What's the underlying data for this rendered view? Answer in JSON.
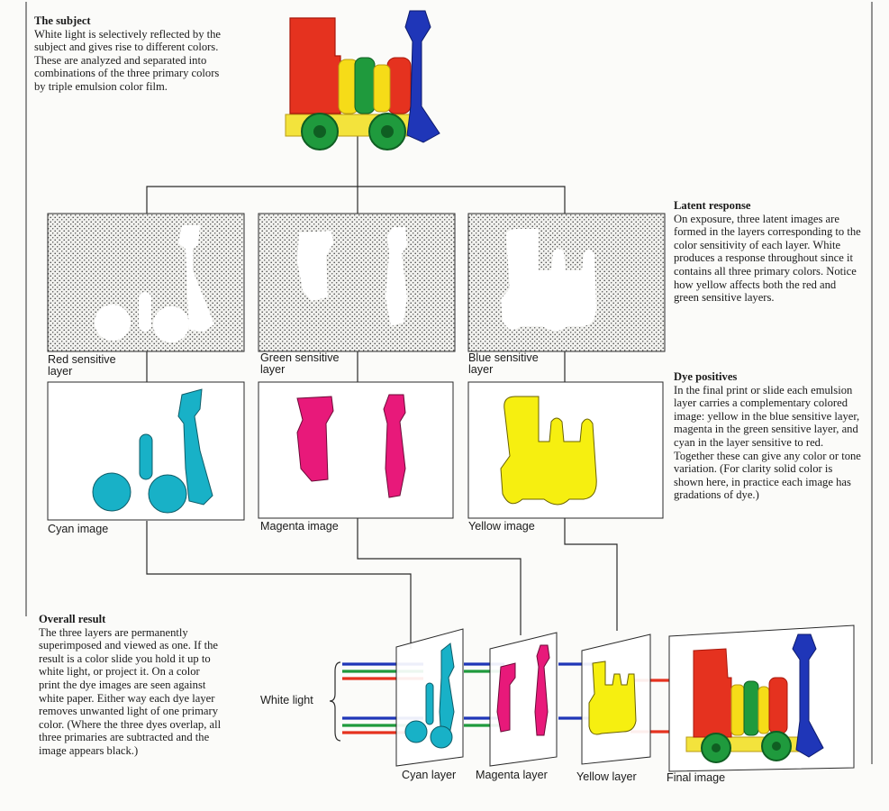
{
  "sections": {
    "subject": {
      "heading": "The subject",
      "body": "White light is selectively reflected by the subject and gives rise to different colors. These are analyzed and separated into combinations of the three primary colors by triple emulsion color film."
    },
    "latent": {
      "heading": "Latent response",
      "body": "On exposure, three latent images are formed in the layers corresponding to the color sensitivity of each layer. White produces a response throughout since it contains all three primary colors. Notice how yellow affects both the red and green sensitive layers."
    },
    "dye": {
      "heading": "Dye positives",
      "body": "In the final print or slide each emulsion layer carries a complementary colored image: yellow in the blue sensitive layer, magenta in the green sensitive layer, and cyan in the layer sensitive to red. Together these can give any color or tone variation. (For clarity solid color is shown here, in practice each image has gradations of dye.)"
    },
    "result": {
      "heading": "Overall result",
      "body": "The three layers are permanently superimposed and viewed as one. If the result is a color slide you hold it up to white light, or project it. On a color print the dye images are seen against white paper. Either way each dye layer removes unwanted light of one primary color. (Where the three dyes overlap, all three primaries are subtracted and the image appears black.)"
    }
  },
  "labels": {
    "red_layer": "Red sensitive layer",
    "green_layer": "Green sensitive layer",
    "blue_layer": "Blue sensitive layer",
    "cyan_image": "Cyan image",
    "magenta_image": "Magenta image",
    "yellow_image": "Yellow image",
    "white_light": "White light",
    "cyan_layer": "Cyan layer",
    "magenta_layer": "Magenta layer",
    "yellow_layer": "Yellow layer",
    "final_image": "Final image"
  },
  "colors": {
    "cyan": "#18b1c7",
    "magenta": "#e8197a",
    "yellow": "#f6ef10",
    "red": "#e5321f",
    "green": "#1f9a3d",
    "blue": "#1f36b8",
    "line": "#2a2a2a"
  }
}
